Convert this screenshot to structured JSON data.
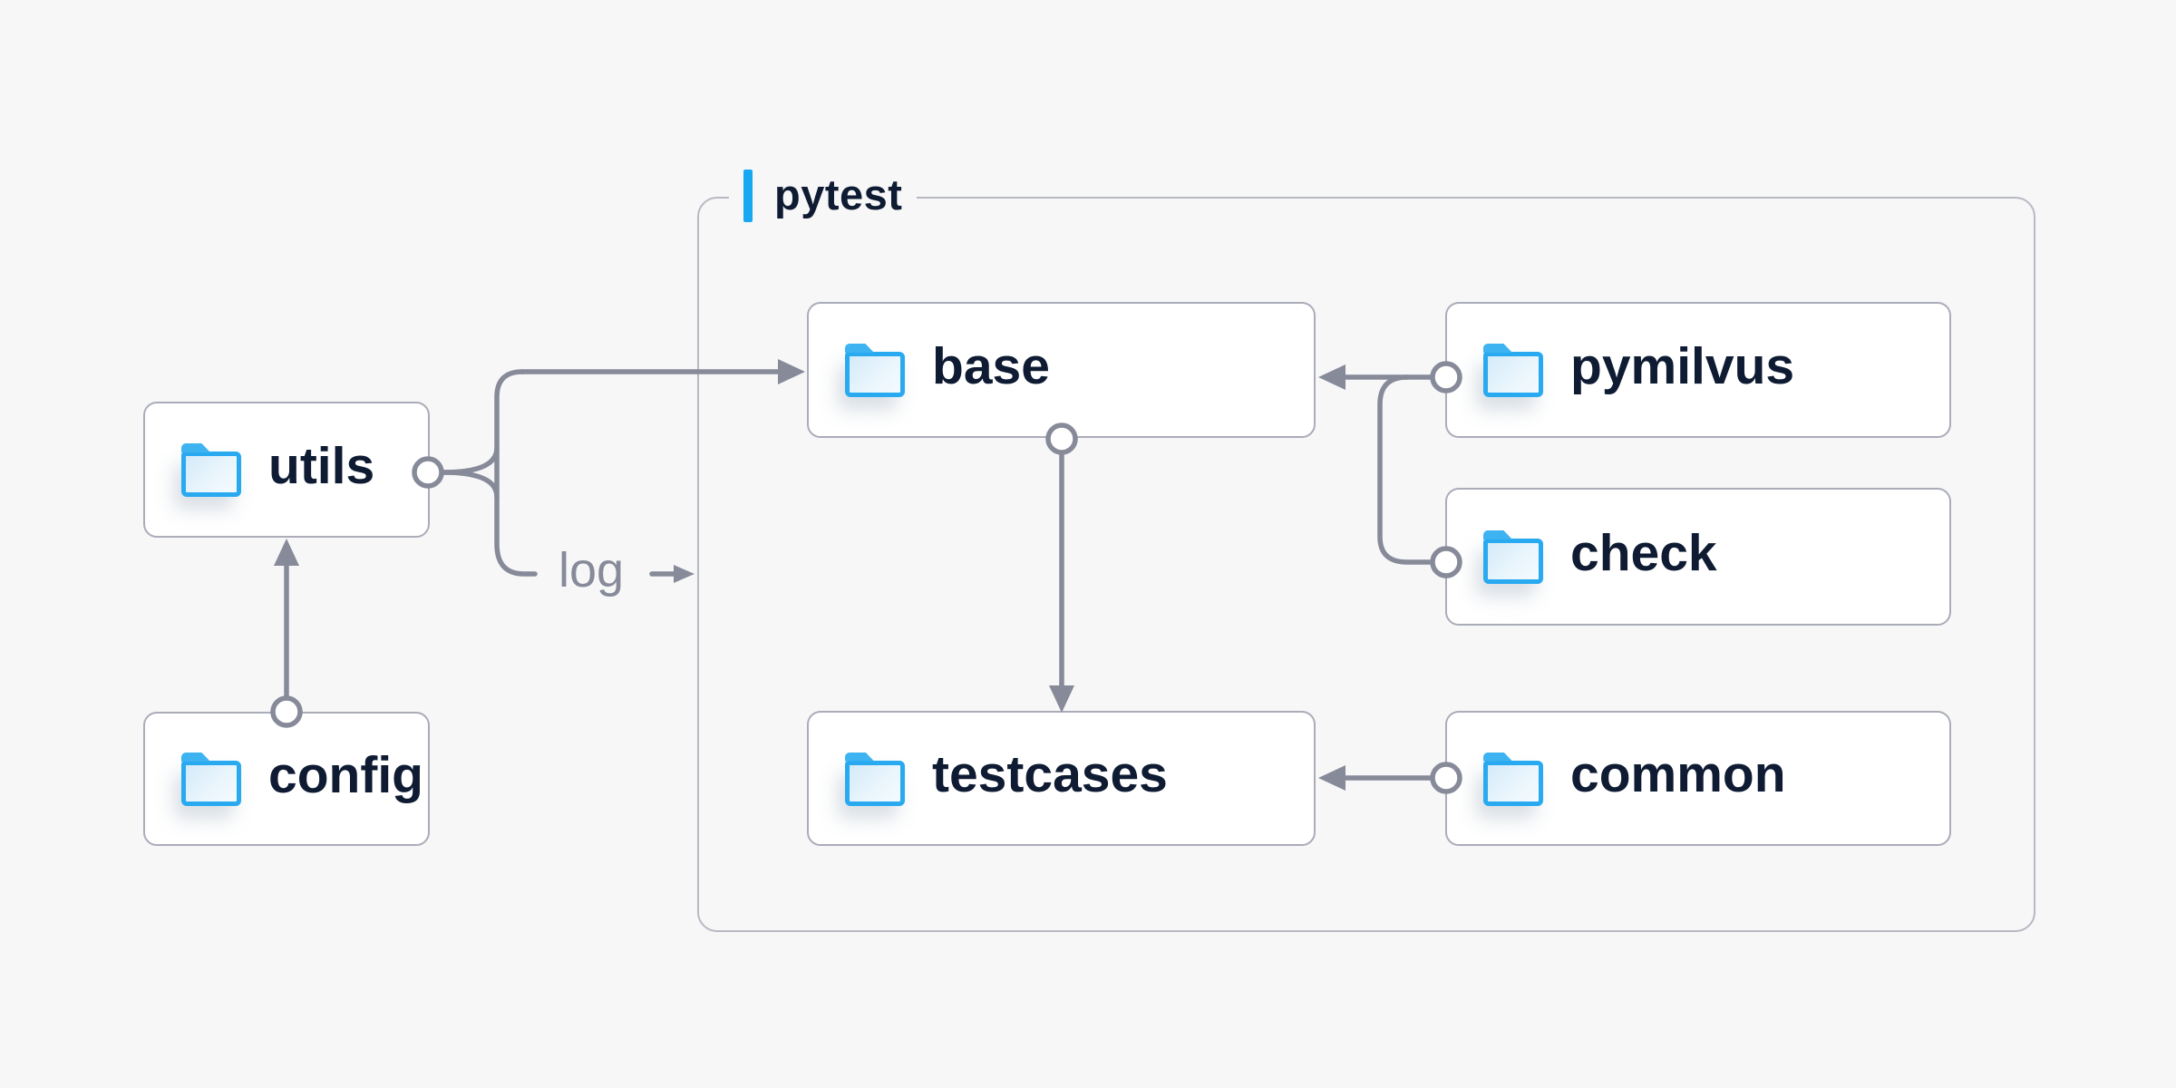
{
  "diagram": {
    "group_label": "pytest",
    "edge_label": "log",
    "nodes": [
      {
        "id": "utils",
        "label": "utils",
        "icon": "folder-icon",
        "inside_group": false
      },
      {
        "id": "config",
        "label": "config",
        "icon": "folder-icon",
        "inside_group": false
      },
      {
        "id": "base",
        "label": "base",
        "icon": "folder-icon",
        "inside_group": true
      },
      {
        "id": "pymilvus",
        "label": "pymilvus",
        "icon": "folder-icon",
        "inside_group": true
      },
      {
        "id": "check",
        "label": "check",
        "icon": "folder-icon",
        "inside_group": true
      },
      {
        "id": "testcases",
        "label": "testcases",
        "icon": "folder-icon",
        "inside_group": true
      },
      {
        "id": "common",
        "label": "common",
        "icon": "folder-icon",
        "inside_group": true
      }
    ],
    "edges": [
      {
        "from": "config",
        "to": "utils",
        "type": "arrow",
        "anchor": "circle-at-config-top"
      },
      {
        "from": "utils",
        "to": "base",
        "type": "arrow",
        "anchor": "circle-at-utils-right"
      },
      {
        "from": "utils",
        "to": "pytest-group",
        "type": "labeled-arrow",
        "label": "log"
      },
      {
        "from": "pymilvus",
        "to": "base",
        "type": "arrow",
        "anchor": "circle-at-pymilvus-left"
      },
      {
        "from": "check",
        "to": "base",
        "type": "arrow",
        "anchor": "circle-at-check-left",
        "note": "merges into pymilvus-to-base line"
      },
      {
        "from": "base",
        "to": "testcases",
        "type": "arrow",
        "anchor": "circle-at-base-bottom"
      },
      {
        "from": "common",
        "to": "testcases",
        "type": "arrow",
        "anchor": "circle-at-common-left"
      }
    ],
    "colors": {
      "background": "#f7f7f8",
      "node-bg": "#ffffff",
      "node-border": "#aaacb8",
      "group-border": "#b7b9c3",
      "connector": "#868a99",
      "text": "#0e1b32",
      "accent": "#17a8f1",
      "folder-stroke": "#29aaf0",
      "folder-tab": "#3db3f1"
    }
  }
}
